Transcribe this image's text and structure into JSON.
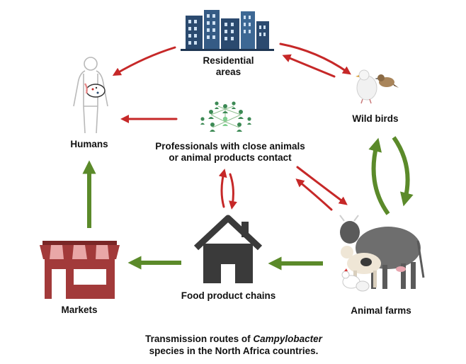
{
  "nodes": {
    "residential": {
      "line1": "Residential",
      "line2": "areas"
    },
    "humans": {
      "label": "Humans"
    },
    "wild_birds": {
      "label": "Wild birds"
    },
    "professionals": {
      "line1": "Professionals with close animals",
      "line2": "or animal products contact"
    },
    "markets": {
      "label": "Markets"
    },
    "food_chains": {
      "label": "Food product chains"
    },
    "animal_farms": {
      "label": "Animal farms"
    }
  },
  "caption": {
    "part1": "Transmission routes of ",
    "italic": "Campylobacter",
    "part2": "species in the North Africa countries."
  },
  "colors": {
    "red_arrow": "#c62828",
    "green_arrow": "#5b8a2a",
    "building": "#2b4a6f",
    "house": "#3a3a3a",
    "market": "#a23a3a"
  }
}
